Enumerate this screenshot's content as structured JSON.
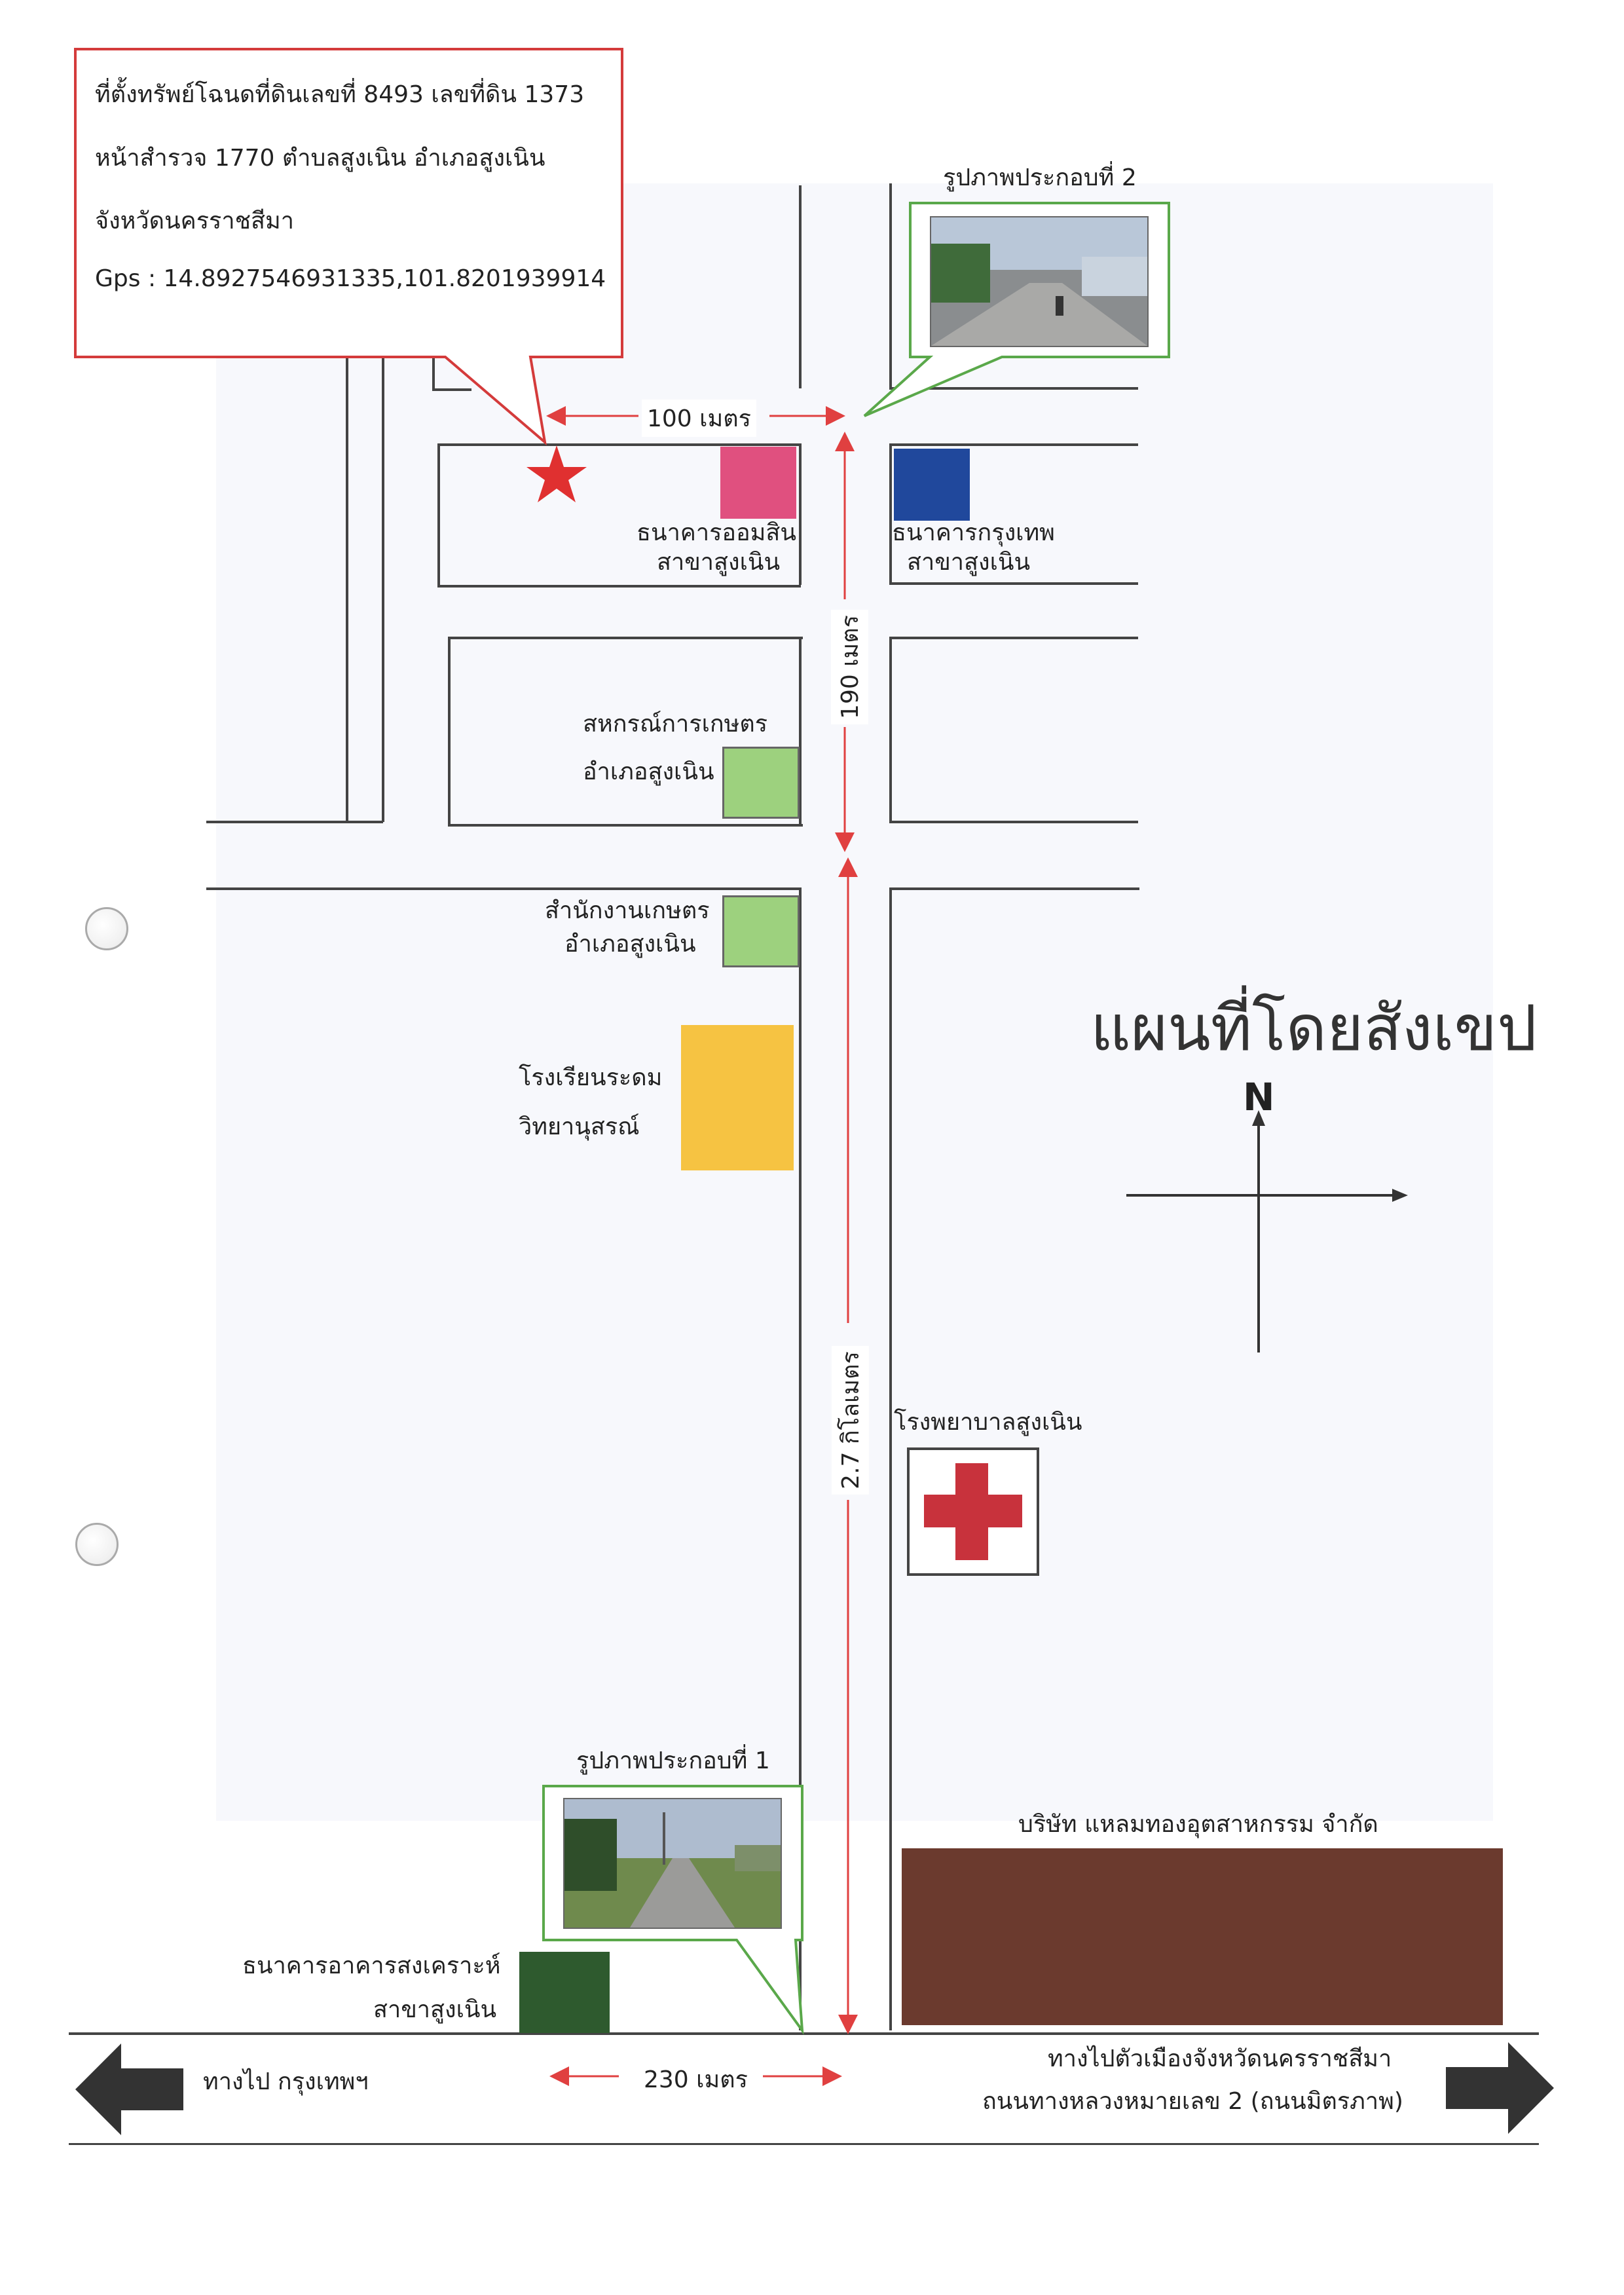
{
  "title": "แผนที่โดยสังเขป",
  "compass": {
    "north_label": "N"
  },
  "location_callout": {
    "line1": "ที่ตั้งทรัพย์โฉนดที่ดินเลขที่  8493  เลขที่ดิน  1373",
    "line2": "หน้าสำรวจ 1770   ตำบลสูงเนิน  อำเภอสูงเนิน",
    "line3": "จังหวัดนครราชสีมา",
    "line4": "Gps : 14.8927546931335,101.8201939914"
  },
  "photos": {
    "photo2_label": "รูปภาพประกอบที่ 2",
    "photo1_label": "รูปภาพประกอบที่ 1"
  },
  "distances": {
    "top": "100 เมตร",
    "mid": "190 เมตร",
    "long": "2.7 กิโลเมตร",
    "bottom": "230 เมตร"
  },
  "landmarks": {
    "gsb": {
      "line1": "ธนาคารออมสิน",
      "line2": "สาขาสูงเนิน"
    },
    "bbl": {
      "line1": "ธนาคารกรุงเทพ",
      "line2": "สาขาสูงเนิน"
    },
    "coop": {
      "line1": "สหกรณ์การเกษตร",
      "line2": "อำเภอสูงเนิน"
    },
    "agri_office": {
      "line1": "สำนักงานเกษตร",
      "line2": "อำเภอสูงเนิน"
    },
    "school": {
      "line1": "โรงเรียนระดม",
      "line2": "วิทยานุสรณ์"
    },
    "hospital": {
      "line1": "โรงพยาบาลสูงเนิน"
    },
    "ghb": {
      "line1": "ธนาคารอาคารสงเคราะห์",
      "line2": "สาขาสูงเนิน"
    },
    "company": {
      "line1": "บริษัท แหลมทองอุตสาหกรรม จำกัด"
    }
  },
  "directions": {
    "left": "ทางไป กรุงเทพฯ",
    "right_line1": "ทางไปตัวเมืองจังหวัดนครราชสีมา",
    "right_line2": "ถนนทางหลวงหมายเลข 2 (ถนนมิตรภาพ)"
  },
  "colors": {
    "gsb": "#e0507f",
    "bbl": "#20489c",
    "coop": "#9dd17e",
    "school": "#f6c342",
    "hospital": "#c8323c",
    "ghb": "#2e5a2e",
    "company": "#6b3a2e",
    "dist_arrow": "#e04040",
    "callout_red": "#d43b3b",
    "callout_green": "#5aa84a"
  }
}
